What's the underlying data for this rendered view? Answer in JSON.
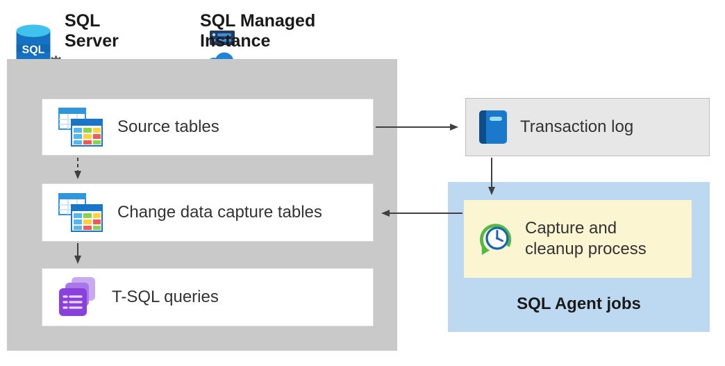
{
  "header": {
    "sql_server_label": "SQL Server",
    "sql_managed_instance_label": "SQL Managed Instance"
  },
  "server_box": {
    "source_tables_label": "Source tables",
    "cdc_tables_label": "Change data capture tables",
    "tsql_queries_label": "T-SQL queries"
  },
  "right_side": {
    "transaction_log_label": "Transaction log",
    "capture_cleanup_label": "Capture and cleanup process",
    "sql_agent_jobs_label": "SQL Agent jobs"
  },
  "icons": {
    "sql_text": "SQL",
    "gear_glyph": "⚙"
  },
  "colors": {
    "container_gray": "#c9c9c9",
    "transaction_log_bg": "#e7e7e7",
    "agent_jobs_bg": "#bdd9f2",
    "capture_bg": "#fbf5d2",
    "arrow": "#404040"
  }
}
